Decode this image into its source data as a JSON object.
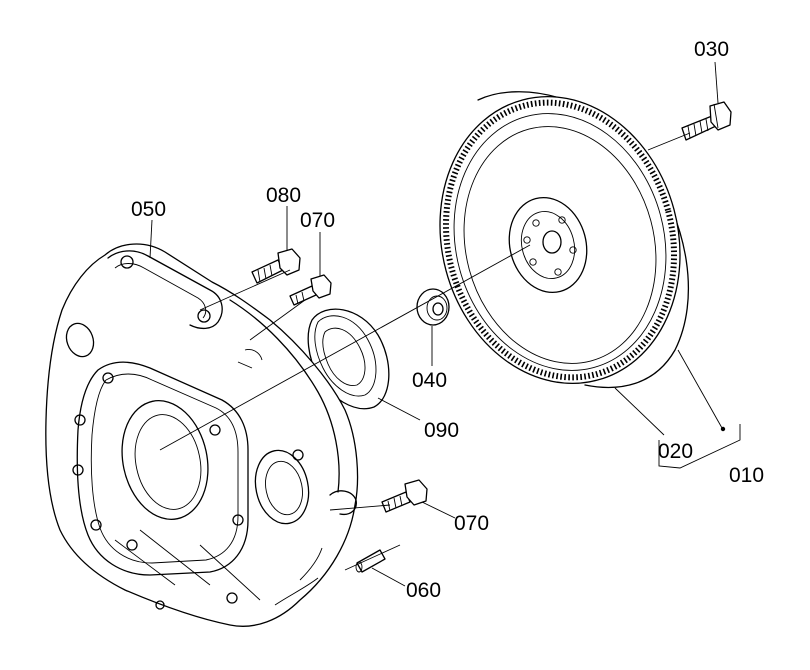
{
  "labels": {
    "p010": "010",
    "p020": "020",
    "p030": "030",
    "p040": "040",
    "p050": "050",
    "p060": "060",
    "p070a": "070",
    "p070b": "070",
    "p080": "080",
    "p090": "090"
  }
}
